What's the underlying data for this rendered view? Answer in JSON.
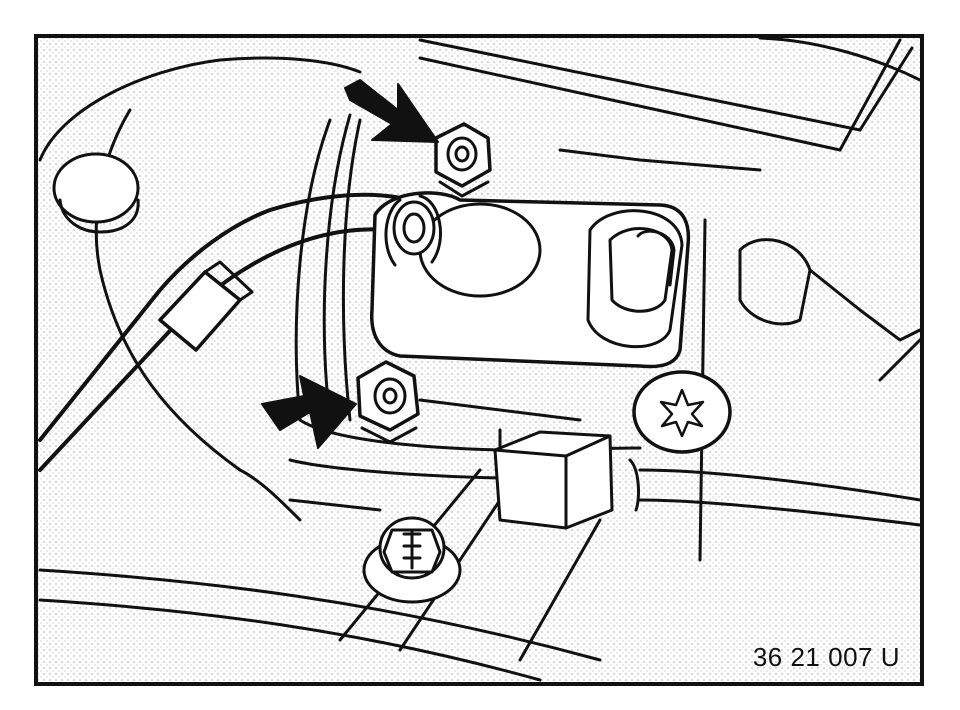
{
  "diagram": {
    "reference_code": "36 21 007 U",
    "callouts": [
      {
        "name": "arrow-upper-nut",
        "target": "upper-hex-nut"
      },
      {
        "name": "arrow-lower-nut",
        "target": "lower-hex-nut"
      }
    ],
    "colors": {
      "ink": "#111111",
      "paper": "#ffffff",
      "shade": "#d9d9d9"
    }
  }
}
